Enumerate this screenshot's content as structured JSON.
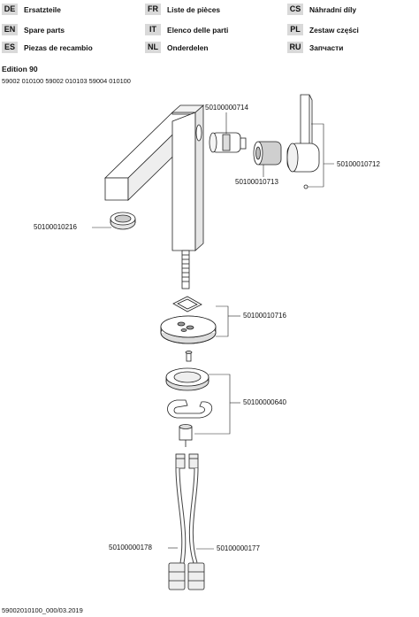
{
  "languages": [
    {
      "code": "DE",
      "label": "Ersatzteile"
    },
    {
      "code": "FR",
      "label": "Liste de pièces"
    },
    {
      "code": "CS",
      "label": "Náhradní díly"
    },
    {
      "code": "EN",
      "label": "Spare parts"
    },
    {
      "code": "IT",
      "label": "Elenco delle parti"
    },
    {
      "code": "PL",
      "label": "Zestaw części"
    },
    {
      "code": "ES",
      "label": "Piezas de recambio"
    },
    {
      "code": "NL",
      "label": "Onderdelen"
    },
    {
      "code": "RU",
      "label": "Запчасти"
    }
  ],
  "edition": "Edition 90",
  "models": "59002 010100   59002 010103   59004 010100",
  "parts": {
    "cartridge": "50100000714",
    "handle": "50100010712",
    "adapter": "50100010713",
    "aerator": "50100010216",
    "base_plate": "50100010716",
    "mounting_set": "50100000640",
    "hose_left": "50100000178",
    "hose_right": "50100000177"
  },
  "footer": "59002010100_000/03.2019"
}
